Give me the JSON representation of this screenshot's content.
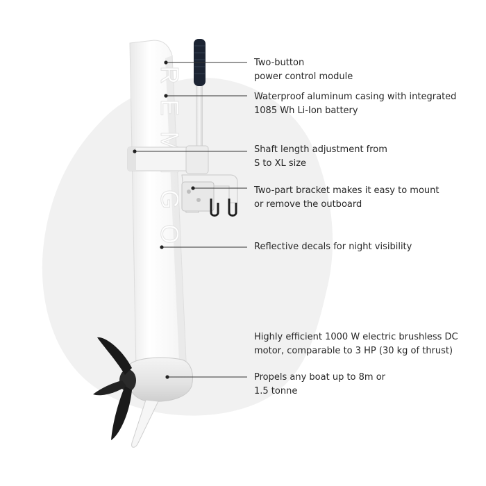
{
  "brand_decal": "REMIGO",
  "callouts": [
    {
      "id": "power-control",
      "lines": [
        "Two-button",
        "power control module"
      ]
    },
    {
      "id": "casing",
      "lines": [
        "Waterproof aluminum casing with integrated",
        "1085 Wh Li-Ion battery"
      ]
    },
    {
      "id": "shaft-length",
      "lines": [
        "Shaft length adjustment from",
        "S to XL size"
      ]
    },
    {
      "id": "bracket",
      "lines": [
        "Two-part bracket makes it easy to mount",
        "or remove the outboard"
      ]
    },
    {
      "id": "decals",
      "lines": [
        "Reflective decals for night visibility"
      ]
    },
    {
      "id": "motor",
      "lines": [
        "Highly efficient 1000 W electric brushless DC",
        "motor, comparable to 3 HP (30 kg of thrust)"
      ]
    },
    {
      "id": "propulsion",
      "lines": [
        "Propels any boat up to 8m or",
        "1.5 tonne"
      ]
    }
  ],
  "colors": {
    "background": "#ffffff",
    "blob": "#f1f1f1",
    "body": "#fafafa",
    "body_shade": "#e4e4e4",
    "handle_grip": "#1c2433",
    "propeller": "#1a1a1a",
    "leader_line": "#333333",
    "text": "#262626"
  }
}
